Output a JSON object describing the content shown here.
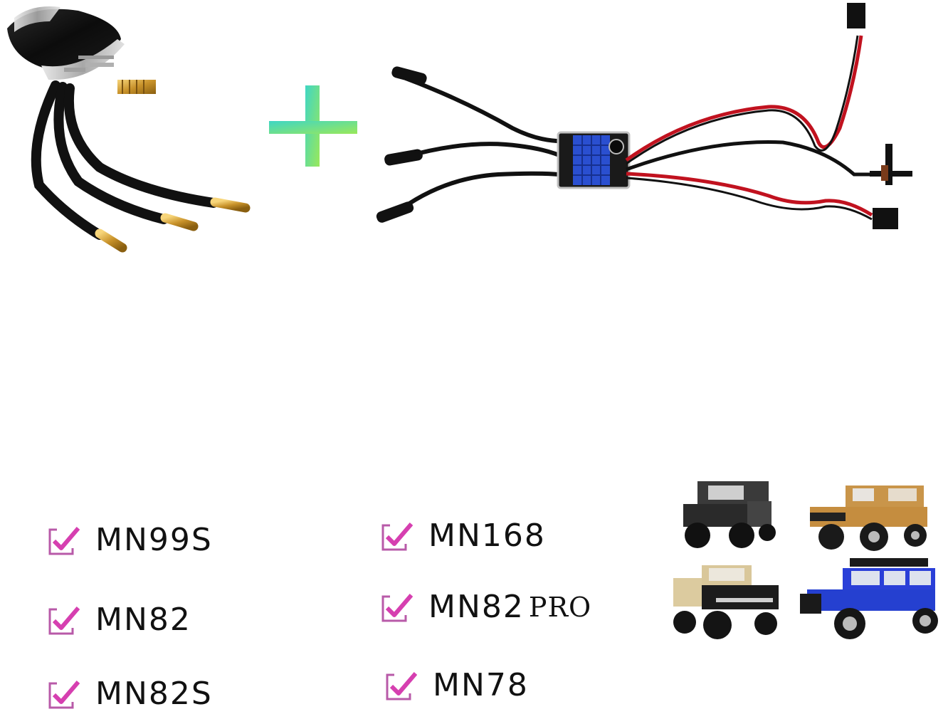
{
  "products": {
    "motor": {
      "name": "brushless-motor",
      "icon": "motor-icon"
    },
    "plus": {
      "symbol": "+",
      "gradient": [
        "#3fd6c4",
        "#9ae85a"
      ]
    },
    "esc": {
      "name": "esc-controller",
      "icon": "esc-board-icon",
      "heatsink_color": "#2a4fd0"
    }
  },
  "compatible_models": {
    "check_color": "#d63fb0",
    "box_color": "#b85aa8",
    "left_column": [
      {
        "label": "MN99S",
        "suffix": ""
      },
      {
        "label": "MN82",
        "suffix": ""
      },
      {
        "label": "MN82S",
        "suffix": ""
      }
    ],
    "right_column": [
      {
        "label": "MN168",
        "suffix": ""
      },
      {
        "label": "MN82",
        "suffix": "PRO"
      },
      {
        "label": "MN78",
        "suffix": ""
      }
    ]
  },
  "vehicles": [
    {
      "name": "black-defender",
      "color": "#3a3a3a"
    },
    {
      "name": "tan-suv",
      "color": "#c9954a"
    },
    {
      "name": "beige-pickup",
      "color": "#d9c79a"
    },
    {
      "name": "blue-jeep",
      "color": "#2a3fd8"
    }
  ]
}
